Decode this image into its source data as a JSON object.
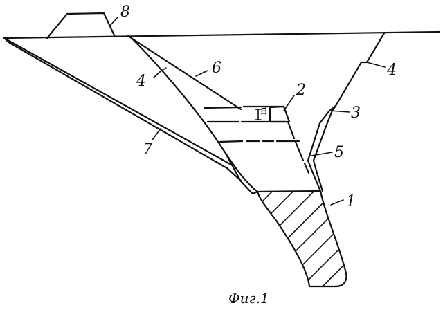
{
  "figure": {
    "caption": "Фиг.1",
    "labels": {
      "l1": "1",
      "l2": "2",
      "l3": "3",
      "l4a": "4",
      "l4b": "4",
      "l5": "5",
      "l6": "6",
      "l7": "7",
      "l8": "8"
    },
    "dimension_mark": "m"
  }
}
